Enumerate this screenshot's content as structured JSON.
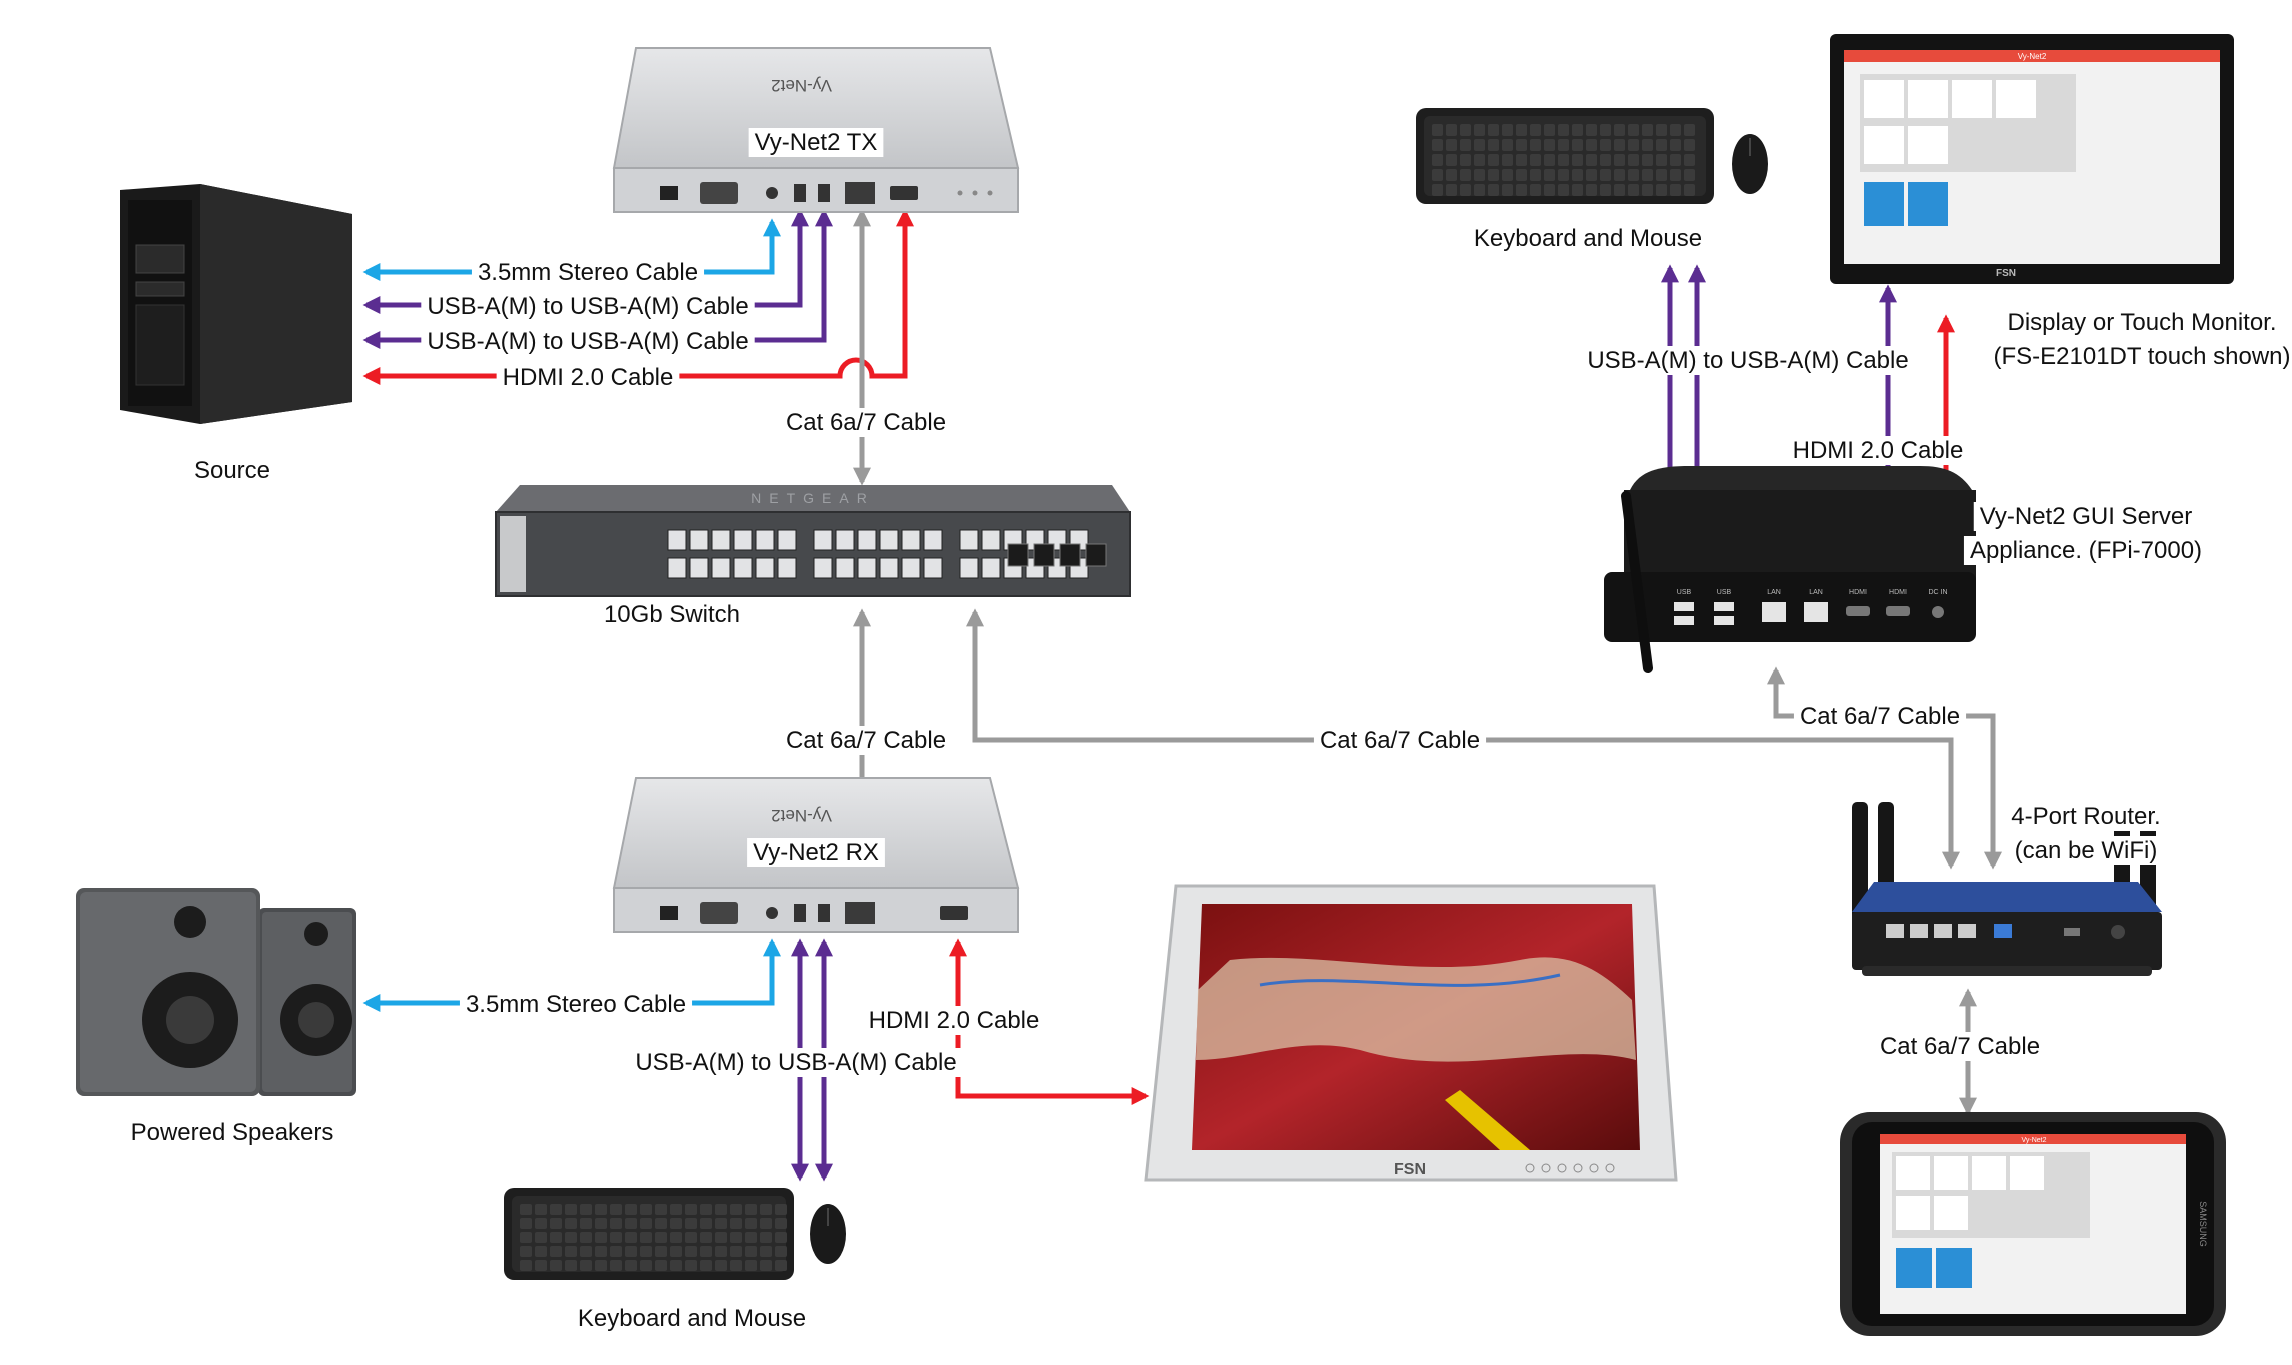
{
  "colors": {
    "stereo": "#1ca6e6",
    "usb": "#5b2d91",
    "hdmi": "#ec1c24",
    "cat": "#9a9a9a",
    "device_gray": "#d4d6d8",
    "device_dark": "#1c1c1c"
  },
  "devices": {
    "tx": {
      "name": "Vy-Net2 TX",
      "logo": "Vy-Net2"
    },
    "rx": {
      "name": "Vy-Net2 RX",
      "logo": "Vy-Net2"
    },
    "source": {
      "name": "Source"
    },
    "switch": {
      "name": "10Gb Switch",
      "brand": "NETGEAR"
    },
    "speakers": {
      "name": "Powered Speakers"
    },
    "kbm_bottom": {
      "name": "Keyboard and Mouse"
    },
    "kbm_top": {
      "name": "Keyboard and Mouse"
    },
    "monitor": {
      "brand": "FSN"
    },
    "touch_monitor": {
      "name_line1": "Display or Touch Monitor.",
      "name_line2": "(FS-E2101DT touch shown)",
      "brand": "FSN",
      "app_title": "Vy-Net2"
    },
    "gui_server": {
      "name_line1": "Vy-Net2 GUI Server",
      "name_line2": "Appliance. (FPi-7000)",
      "ports": [
        "USB",
        "USB",
        "LAN",
        "LAN",
        "HDMI",
        "HDMI",
        "DC IN"
      ]
    },
    "router": {
      "name_line1": "4-Port Router.",
      "name_line2": "(can be WiFi)"
    },
    "tablet": {
      "brand": "SAMSUNG",
      "app_title": "Vy-Net2"
    }
  },
  "cables": {
    "stereo_top": "3.5mm Stereo Cable",
    "usb_top_1": "USB-A(M) to USB-A(M) Cable",
    "usb_top_2": "USB-A(M) to USB-A(M) Cable",
    "hdmi_top": "HDMI 2.0 Cable",
    "cat_tx_switch": "Cat 6a/7 Cable",
    "cat_switch_rx": "Cat 6a/7 Cable",
    "cat_switch_router": "Cat 6a/7 Cable",
    "cat_router_server": "Cat 6a/7 Cable",
    "cat_router_tablet": "Cat 6a/7 Cable",
    "stereo_bottom": "3.5mm Stereo Cable",
    "usb_bottom": "USB-A(M) to USB-A(M) Cable",
    "hdmi_bottom": "HDMI 2.0 Cable",
    "usb_server": "USB-A(M) to USB-A(M) Cable",
    "hdmi_server": "HDMI 2.0 Cable"
  }
}
